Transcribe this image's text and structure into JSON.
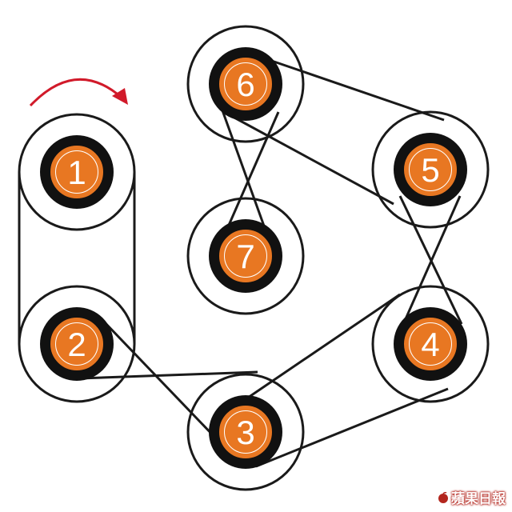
{
  "colors": {
    "belt": "#1a1a1a",
    "hub": "#111111",
    "ring": "#e87722",
    "number": "#ffffff",
    "arrow": "#d11a2a",
    "watermark": "#b3261e"
  },
  "pulleys": [
    {
      "id": "pulley-1",
      "label": "1"
    },
    {
      "id": "pulley-2",
      "label": "2"
    },
    {
      "id": "pulley-3",
      "label": "3"
    },
    {
      "id": "pulley-4",
      "label": "4"
    },
    {
      "id": "pulley-5",
      "label": "5"
    },
    {
      "id": "pulley-6",
      "label": "6"
    },
    {
      "id": "pulley-7",
      "label": "7"
    }
  ],
  "watermark": "蘋果日報"
}
